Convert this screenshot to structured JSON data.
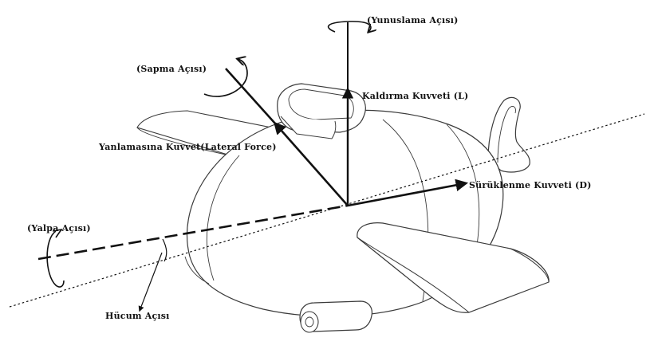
{
  "labels": {
    "pitch_angle": "(Yunuslama Açısı)",
    "yaw_angle": "(Sapma Açısı)",
    "lift_force": "Kaldırma Kuvveti (L)",
    "lateral_force": "Yanlamasına Kuvvet(Lateral Force)",
    "drag_force": "Sürüklenme Kuvveti (D)",
    "roll_angle": "(Yalpa Açısı)",
    "attack_angle": "Hücum Açısı"
  },
  "colors": {
    "ink": "#111111",
    "outline": "#3a3a3a",
    "background": "#ffffff"
  }
}
